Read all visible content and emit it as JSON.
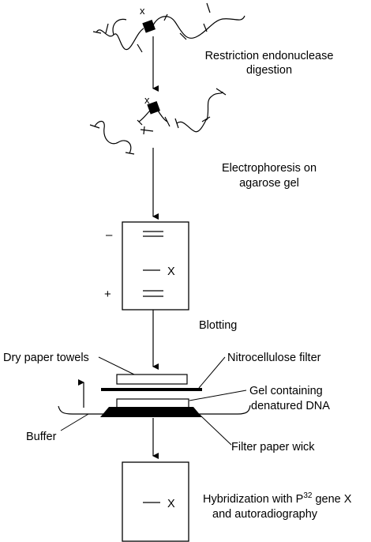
{
  "steps": {
    "digestion": {
      "line1": "Restriction endonuclease",
      "line2": "digestion"
    },
    "electrophoresis": {
      "line1": "Electrophoresis on",
      "line2": "agarose gel"
    },
    "blotting": {
      "label": "Blotting"
    },
    "hybridization": {
      "prefix": "Hybridization with P",
      "superscript": "32",
      "suffix": " gene X",
      "line2": "and autoradiography"
    }
  },
  "markers": {
    "gene": "X",
    "fragment": "x",
    "negative": "–",
    "positive": "+"
  },
  "apparatus": {
    "dry_paper_towels": "Dry paper towels",
    "nitrocellulose_filter": "Nitrocellulose filter",
    "gel_line1": "Gel containing",
    "gel_line2": "denatured DNA",
    "buffer": "Buffer",
    "filter_paper_wick": "Filter paper wick"
  }
}
